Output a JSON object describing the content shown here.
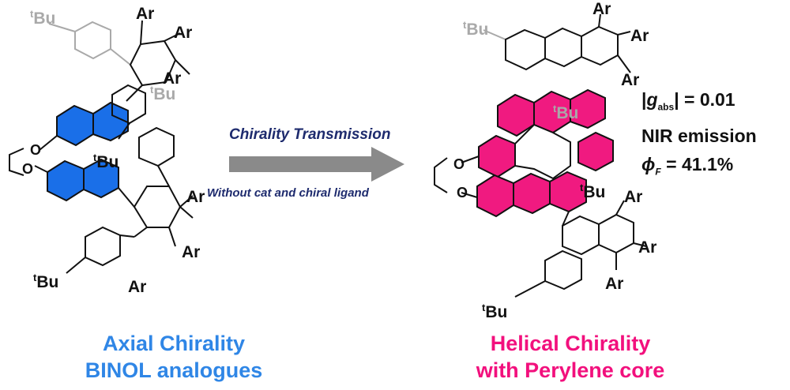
{
  "left_structure": {
    "caption_line1": "Axial Chirality",
    "caption_line2": "BINOL analogues",
    "colors": {
      "highlight": "#1a6fe8"
    }
  },
  "right_structure": {
    "caption_line1": "Helical Chirality",
    "caption_line2": "with Perylene core",
    "colors": {
      "highlight": "#f01a80"
    }
  },
  "arrow": {
    "label_top": "Chirality Transmission",
    "label_bottom": "Without cat and chiral ligand"
  },
  "properties": {
    "g_abs": "= 0.01",
    "nir": "NIR emission",
    "phi": "= 41.1%"
  },
  "labels": {
    "ar": "Ar",
    "tbu": "Bu",
    "tbu_sup": "t",
    "oxygen": "O"
  }
}
